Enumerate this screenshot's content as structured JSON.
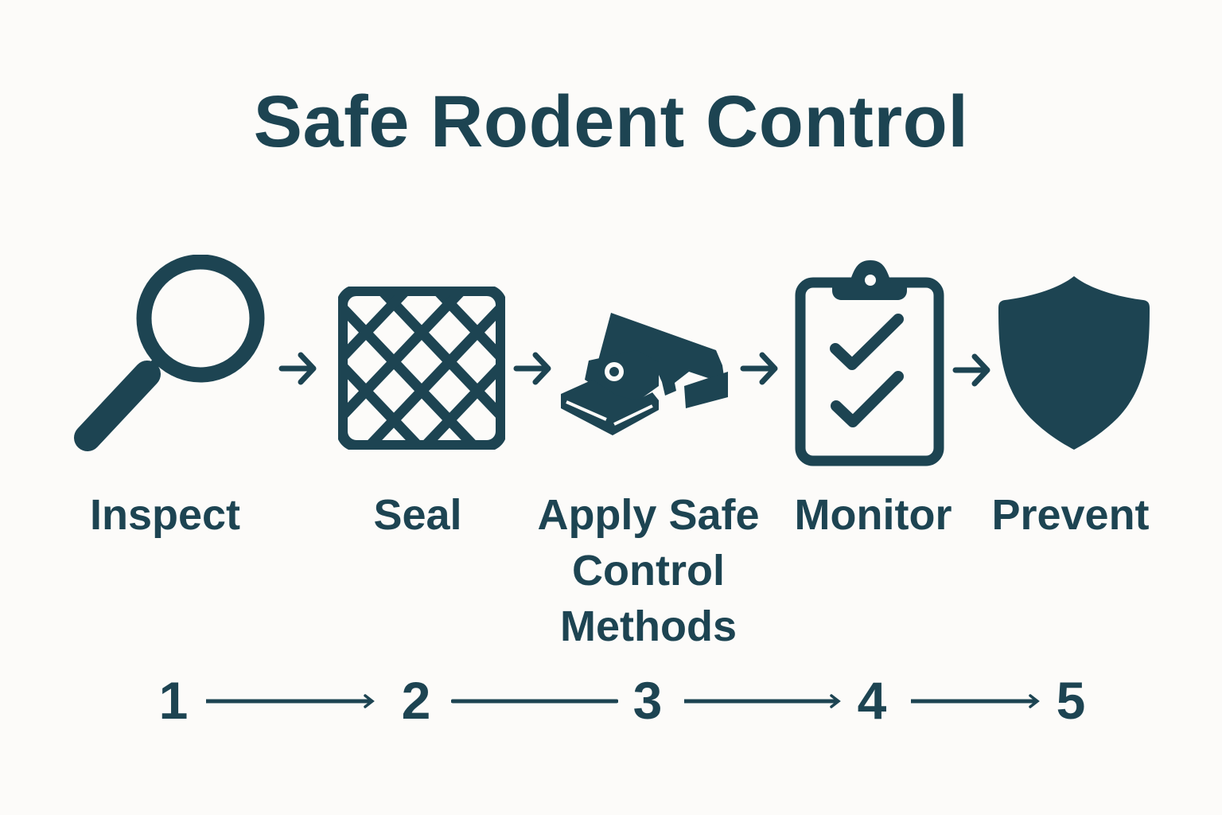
{
  "title": "Safe Rodent Control",
  "colors": {
    "background": "#fcfbf9",
    "primary": "#1d4452"
  },
  "steps": [
    {
      "number": "1",
      "label": "Inspect",
      "icon": "magnifying-glass-icon"
    },
    {
      "number": "2",
      "label": "Seal",
      "icon": "mesh-grid-icon"
    },
    {
      "number": "3",
      "label_lines": [
        "Apply Safe",
        "Control",
        "Methods"
      ],
      "label": "Apply Safe Control Methods",
      "icon": "trap-icon"
    },
    {
      "number": "4",
      "label": "Monitor",
      "icon": "clipboard-checklist-icon"
    },
    {
      "number": "5",
      "label": "Prevent",
      "icon": "shield-icon"
    }
  ]
}
